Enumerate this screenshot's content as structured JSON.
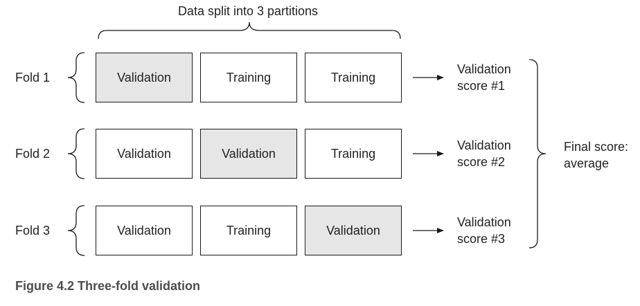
{
  "header": "Data split into 3 partitions",
  "folds": [
    {
      "label": "Fold 1",
      "partitions": [
        {
          "text": "Validation",
          "shaded": true
        },
        {
          "text": "Training",
          "shaded": false
        },
        {
          "text": "Training",
          "shaded": false
        }
      ],
      "score": "Validation score #1"
    },
    {
      "label": "Fold 2",
      "partitions": [
        {
          "text": "Validation",
          "shaded": false
        },
        {
          "text": "Validation",
          "shaded": true
        },
        {
          "text": "Training",
          "shaded": false
        }
      ],
      "score": "Validation score #2"
    },
    {
      "label": "Fold 3",
      "partitions": [
        {
          "text": "Validation",
          "shaded": false
        },
        {
          "text": "Training",
          "shaded": false
        },
        {
          "text": "Validation",
          "shaded": true
        }
      ],
      "score": "Validation score #3"
    }
  ],
  "final_score": "Final score: average",
  "caption": "Figure 4.2 Three-fold validation",
  "colors": {
    "shaded_fill": "#e6e6e6",
    "line": "#1a1a1a",
    "text": "#222222",
    "caption": "#4d4d4d"
  }
}
